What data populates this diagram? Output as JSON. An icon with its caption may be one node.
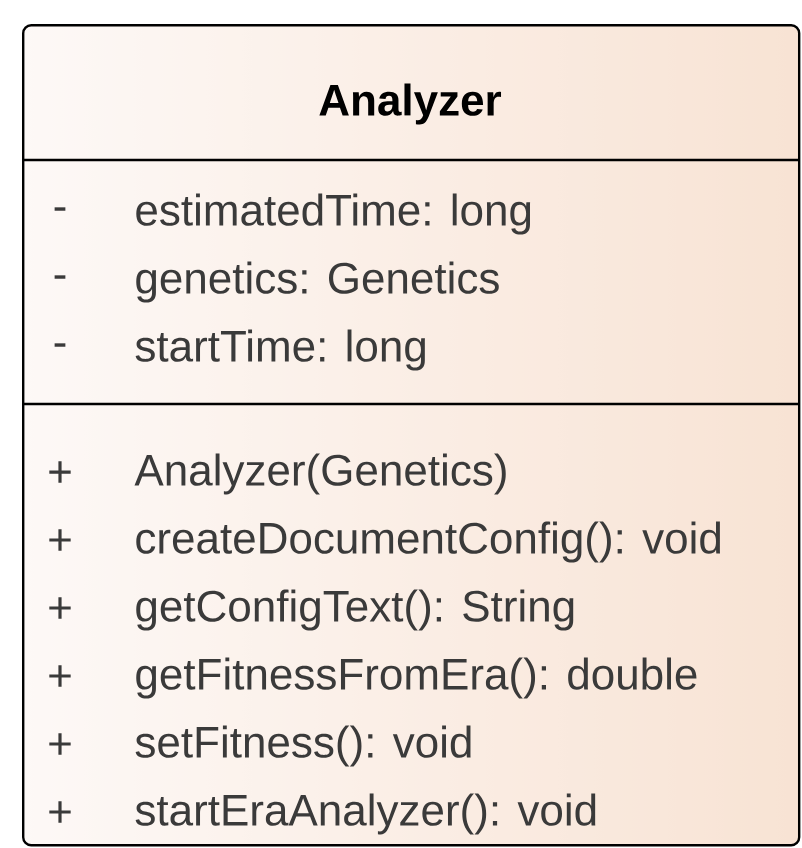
{
  "diagram": {
    "nodes": [
      {
        "text": [
          "Analyzer"
        ]
      },
      {
        "text": [
          "-",
          "estimatedTime: long",
          "-",
          "genetics: Genetics",
          "-",
          "startTime: long"
        ],
        "in": 0
      },
      {
        "text": [
          "+",
          "Analyzer(Genetics)",
          "+",
          "createDocumentConfig(): void",
          "+",
          "getConfigText(): String",
          "+",
          "getFitnessFromEra(): double",
          "+",
          "setFitness(): void",
          "+",
          "startEraAnalyzer(): void"
        ],
        "in": 0
      }
    ]
  }
}
